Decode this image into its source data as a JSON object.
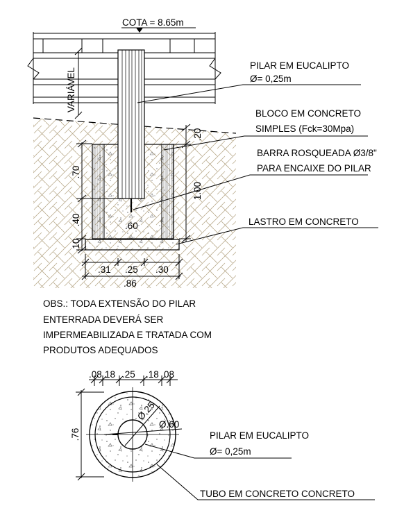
{
  "elevation": {
    "cota": "COTA = 8.65m",
    "variable": "VARIÁVEL",
    "pillar": {
      "line1": "PILAR EM EUCALIPTO",
      "line2": "Ø= 0,25m"
    },
    "block": {
      "line1": "BLOCO EM CONCRETO",
      "line2": "SIMPLES (Fck=30Mpa)"
    },
    "bar": {
      "line1": "BARRA ROSQUEADA Ø3/8\"",
      "line2": "PARA ENCAIXE DO PILAR"
    },
    "lastro": "LASTRO EM CONCRETO",
    "dims": {
      "d70": ".70",
      "d40": ".40",
      "d10": ".10",
      "d20": ".20",
      "d100": "1.00",
      "d60": ".60",
      "d31": ".31",
      "d25": ".25",
      "d30": ".30",
      "d86": ".86"
    }
  },
  "obs": {
    "line1": "OBS.: TODA EXTENSÃO DO PILAR",
    "line2": "ENTERRADA DEVERÁ SER",
    "line3": "IMPERMEABILIZADA E TRATADA COM",
    "line4": "PRODUTOS ADEQUADOS"
  },
  "plan": {
    "top_dims": {
      "a": ".08",
      "b": "18",
      "c": ".25",
      "d": ".18",
      "e": "08"
    },
    "d76": ".76",
    "phi25": "Ø.25",
    "phi60": "Ø.60",
    "pillar": {
      "line1": "PILAR EM EUCALIPTO",
      "line2": "Ø= 0,25m"
    },
    "tube": "TUBO EM CONCRETO CONCRETO"
  }
}
